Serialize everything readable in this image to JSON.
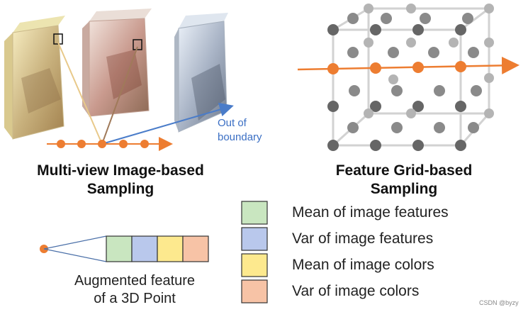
{
  "left_panel": {
    "title_line1": "Multi-view Image-based",
    "title_line2": "Sampling",
    "out_label_line1": "Out of",
    "out_label_line2": "boundary"
  },
  "right_panel": {
    "title_line1": "Feature Grid-based",
    "title_line2": "Sampling"
  },
  "augmented": {
    "caption_line1": "Augmented feature",
    "caption_line2": "of a 3D Point"
  },
  "legend": [
    {
      "label": "Mean of image features",
      "color": "#c9e6c0"
    },
    {
      "label": "Var of image features",
      "color": "#b9c8ec"
    },
    {
      "label": "Mean of image colors",
      "color": "#fde98e"
    },
    {
      "label": "Var of image colors",
      "color": "#f7c3a6"
    }
  ],
  "colors": {
    "ray": "#ed7d31",
    "blue_ray": "#4a7cc9",
    "tan_ray": "#e8c98a",
    "brown_ray": "#a07a5a"
  },
  "watermark": "CSDN @byzy"
}
